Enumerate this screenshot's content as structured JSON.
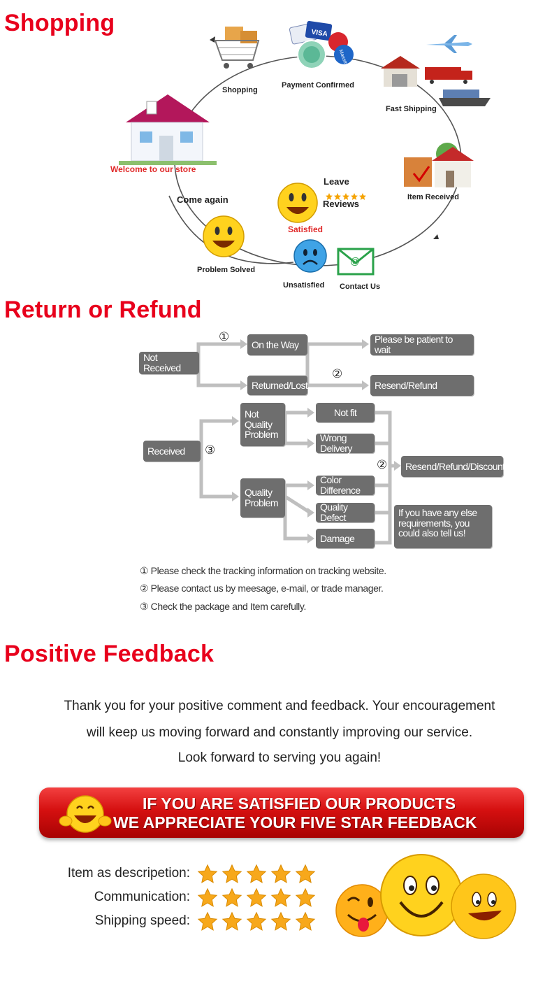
{
  "sections": {
    "shopping": "Shopping",
    "return_refund": "Return or Refund",
    "positive_feedback": "Positive Feedback"
  },
  "shopping_cycle": {
    "shopping": "Shopping",
    "payment_confirmed": "Payment Confirmed",
    "fast_shipping": "Fast Shipping",
    "item_received": "Item Received",
    "welcome": "Welcome to our store",
    "come_again": "Come again",
    "leave": "Leave",
    "reviews": "Reviews",
    "satisfied": "Satisfied",
    "problem_solved": "Problem Solved",
    "unsatisfied": "Unsatisfied",
    "contact_us": "Contact Us",
    "card_visa": "VISA",
    "card_maestro": "Maestro"
  },
  "refund_flow": {
    "not_received": "Not Received",
    "on_the_way": "On the Way",
    "returned_lost": "Returned/Lost",
    "please_be_patient": "Please be patient to wait",
    "resend_refund": "Resend/Refund",
    "received": "Received",
    "not_quality_problem": "Not Quality Problem",
    "quality_problem": "Quality Problem",
    "not_fit": "Not fit",
    "wrong_delivery": "Wrong Delivery",
    "color_difference": "Color Difference",
    "quality_defect": "Quality Defect",
    "damage": "Damage",
    "resend_refund_discount": "Resend/Refund/Discount",
    "else_requirements": "If you have any else requirements, you could also tell us!",
    "n1": "①",
    "n2": "②",
    "n3": "③",
    "notes": [
      "① Please check the tracking information on tracking website.",
      "② Please contact us by meesage, e-mail, or trade manager.",
      "③ Check the package and Item carefully."
    ]
  },
  "feedback": {
    "line1": "Thank you for your positive comment and feedback. Your encouragement",
    "line2": "will keep us moving forward and constantly improving our service.",
    "line3": "Look forward to serving you again!",
    "banner_line1": "IF YOU ARE SATISFIED OUR PRODUCTS",
    "banner_line2": "WE APPRECIATE YOUR FIVE STAR FEEDBACK",
    "ratings": [
      {
        "label": "Item as descripetion:",
        "stars": 5
      },
      {
        "label": "Communication:",
        "stars": 5
      },
      {
        "label": "Shipping speed:",
        "stars": 5
      }
    ]
  },
  "colors": {
    "title_red": "#e8001c",
    "flow_gray": "#6e6e6e",
    "star_gold": "#f7a81b",
    "smiley_yellow": "#ffd21e"
  }
}
